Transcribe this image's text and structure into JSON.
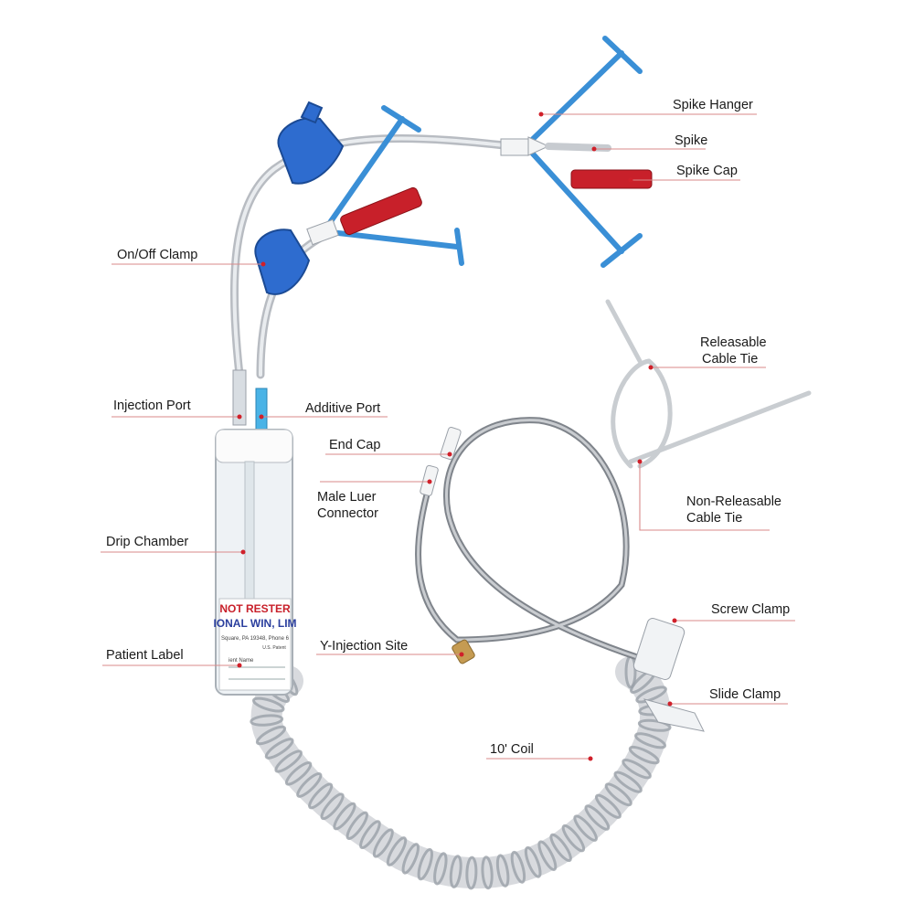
{
  "labels": {
    "spike_hanger": "Spike Hanger",
    "spike": "Spike",
    "spike_cap": "Spike Cap",
    "on_off_clamp": "On/Off Clamp",
    "releasable_cable_tie": [
      "Releasable",
      "Cable Tie"
    ],
    "injection_port": "Injection Port",
    "additive_port": "Additive Port",
    "end_cap": "End Cap",
    "male_luer_connector": [
      "Male Luer",
      "Connector"
    ],
    "non_releasable_cable_tie": [
      "Non-Releasable",
      "Cable Tie"
    ],
    "drip_chamber": "Drip Chamber",
    "screw_clamp": "Screw Clamp",
    "y_injection_site": "Y-Injection Site",
    "patient_label": "Patient Label",
    "slide_clamp": "Slide Clamp",
    "coil_10ft": "10' Coil"
  },
  "chamber_label": {
    "line1": "NOT RESTER",
    "line2": "IONAL WIN, LIM",
    "line3": "Square, PA 19348, Phone 6",
    "line4": "U.S. Patent",
    "line5": "ient Name"
  },
  "colors": {
    "clamp_blue": "#2e6ccf",
    "hanger_blue": "#3a8fd6",
    "cap_red": "#c8202a",
    "leader": "#d98a8a",
    "marker_dot": "#d0202a"
  }
}
